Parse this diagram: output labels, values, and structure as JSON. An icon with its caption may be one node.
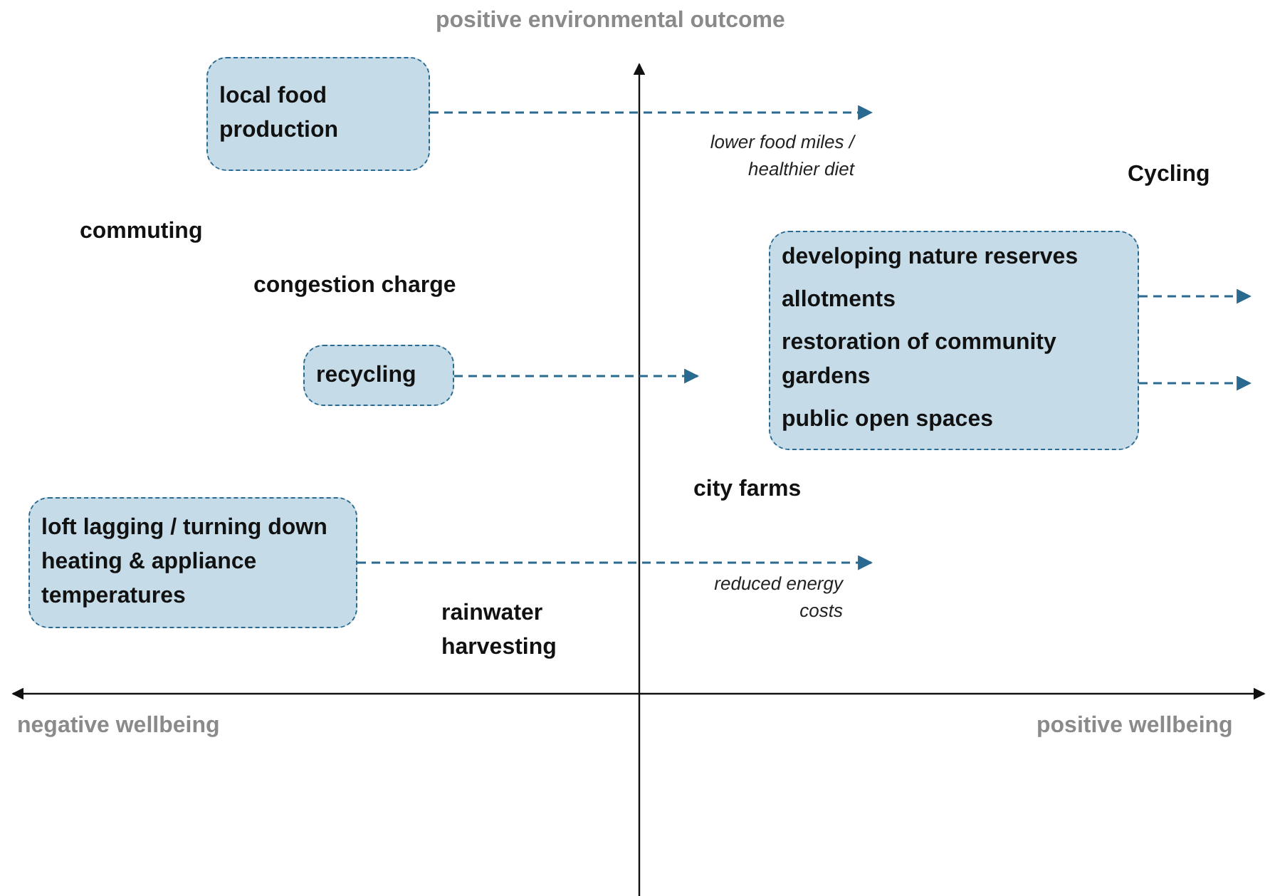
{
  "diagram": {
    "nodes": [
      {
        "text": [
          "local food production"
        ]
      },
      {
        "text": [
          "recycling"
        ]
      },
      {
        "text": [
          "developing nature reserves",
          "allotments",
          "restoration of community gardens",
          "public open spaces"
        ]
      },
      {
        "text": [
          "loft lagging / turning down heating & appliance temperatures"
        ]
      }
    ],
    "edges": [
      {
        "from": 0,
        "to": null,
        "arrow": "to",
        "label": "lower food miles / healthier diet",
        "style": "dashed",
        "color": "#2a6a90"
      },
      {
        "from": 1,
        "to": null,
        "arrow": "to",
        "style": "dashed",
        "color": "#2a6a90"
      },
      {
        "from": 2,
        "to": null,
        "arrow": "to",
        "style": "dashed",
        "color": "#2a6a90"
      },
      {
        "from": 2,
        "to": null,
        "arrow": "to",
        "style": "dashed",
        "color": "#2a6a90"
      },
      {
        "from": 3,
        "to": null,
        "arrow": "to",
        "label": "reduced energy costs",
        "style": "dashed",
        "color": "#2a6a90"
      }
    ],
    "labels": [
      "positive environmental outcome",
      "Cycling",
      "commuting",
      "congestion charge",
      "city farms",
      "rainwater harvesting",
      "negative wellbeing",
      "positive wellbeing"
    ]
  }
}
